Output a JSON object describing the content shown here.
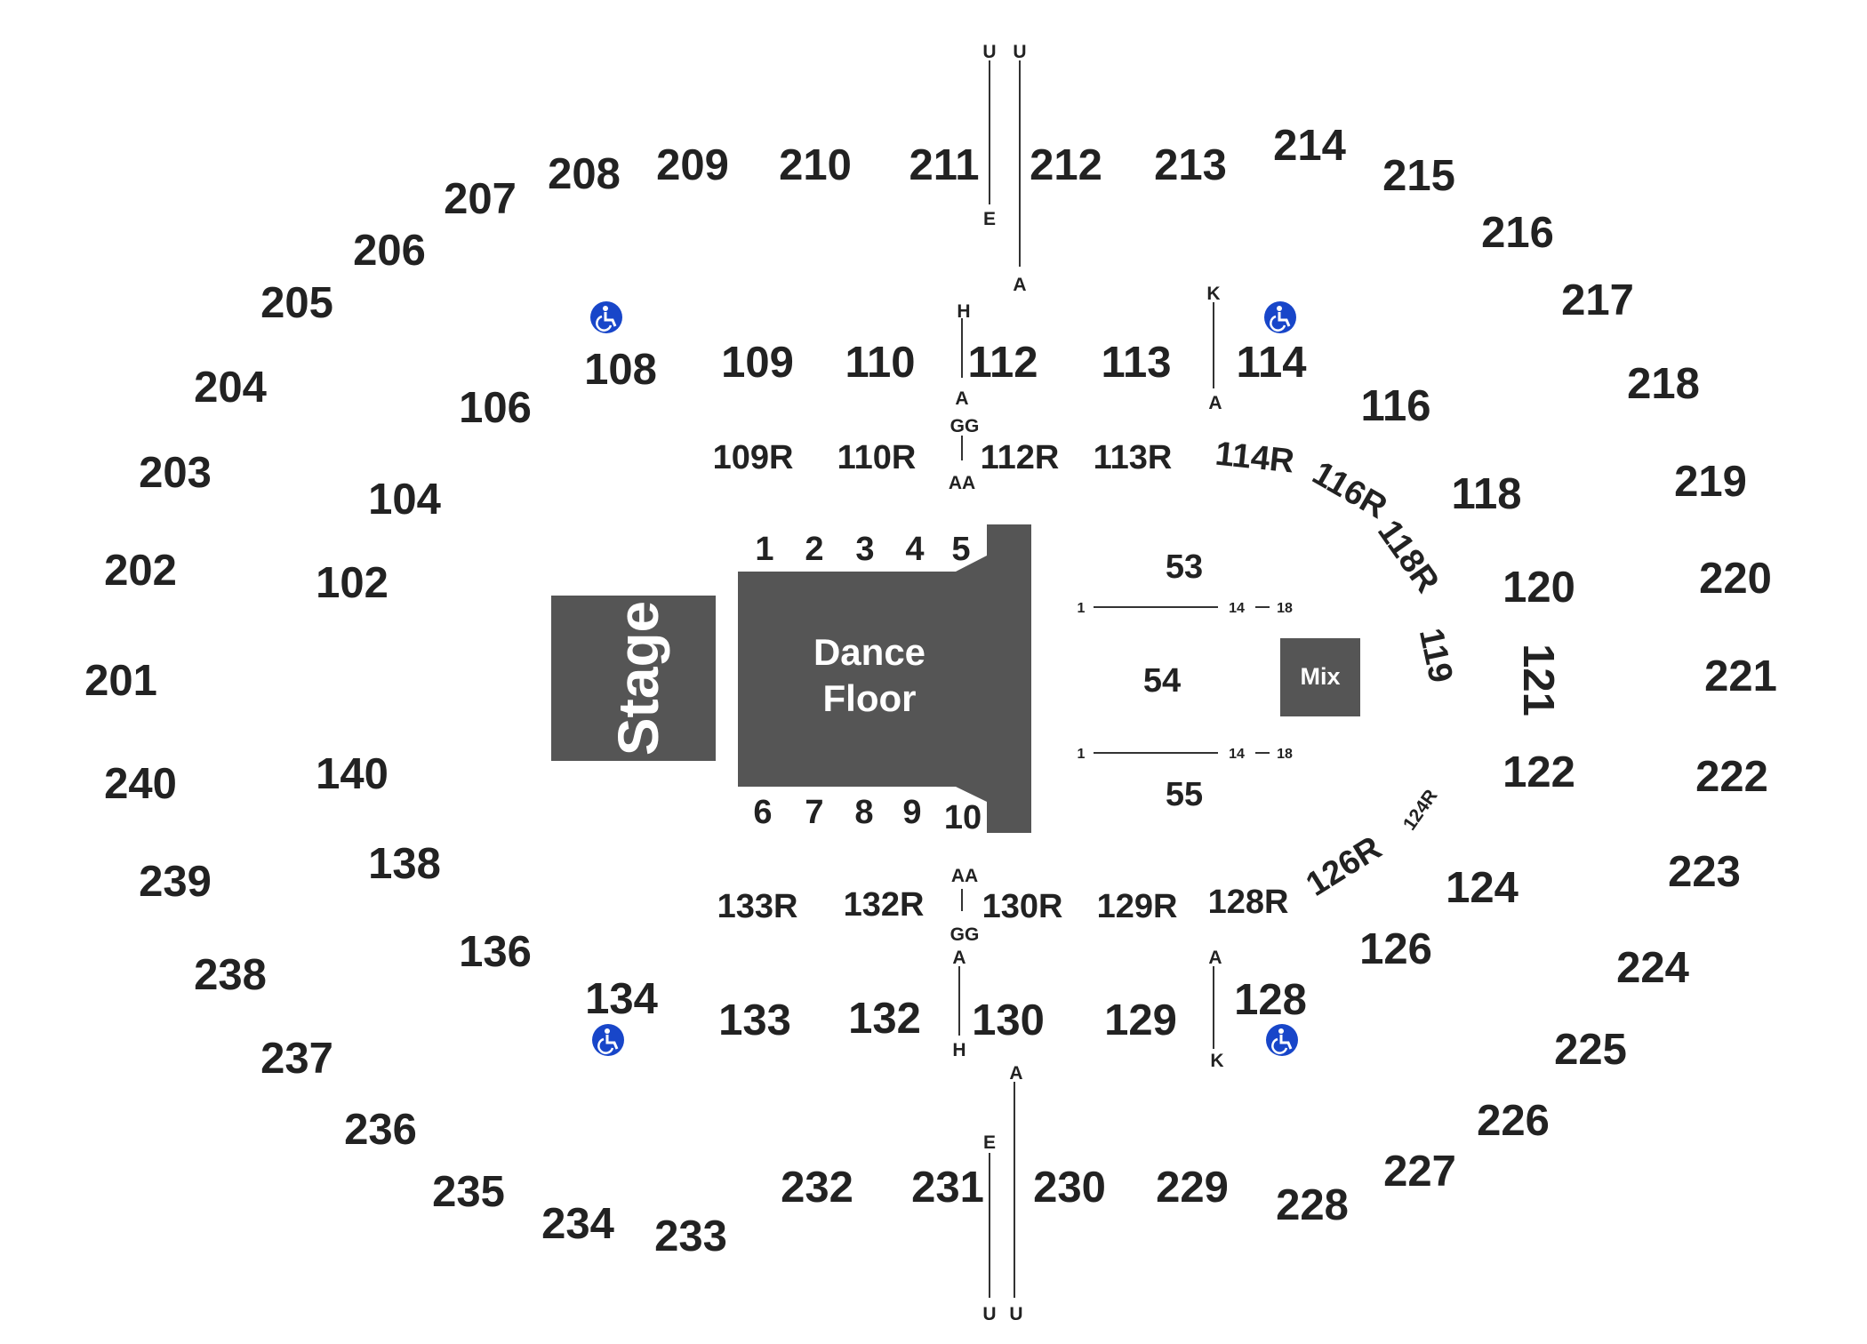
{
  "features": {
    "stage": "Stage",
    "dance_floor_line1": "Dance",
    "dance_floor_line2": "Floor",
    "mix": "Mix"
  },
  "colors": {
    "feature_fill": "#555555",
    "text": "#222222",
    "accessible_icon": "#1846c9"
  },
  "icons": [
    "wheelchair-accessible-icon"
  ],
  "sections_200": [
    "201",
    "202",
    "203",
    "204",
    "205",
    "206",
    "207",
    "208",
    "209",
    "210",
    "211",
    "212",
    "213",
    "214",
    "215",
    "216",
    "217",
    "218",
    "219",
    "220",
    "221",
    "222",
    "223",
    "224",
    "225",
    "226",
    "227",
    "228",
    "229",
    "230",
    "231",
    "232",
    "233",
    "234",
    "235",
    "236",
    "237",
    "238",
    "239",
    "240"
  ],
  "sections_100": [
    "102",
    "104",
    "106",
    "108",
    "109",
    "110",
    "112",
    "113",
    "114",
    "116",
    "118",
    "120",
    "121",
    "122",
    "124",
    "126",
    "128",
    "129",
    "130",
    "132",
    "133",
    "134",
    "136",
    "138",
    "140"
  ],
  "rail_sections": [
    "109R",
    "110R",
    "112R",
    "113R",
    "114R",
    "116R",
    "118R",
    "119",
    "124R",
    "126R",
    "128R",
    "129R",
    "130R",
    "132R",
    "133R"
  ],
  "floor_sections": [
    "1",
    "2",
    "3",
    "4",
    "5",
    "6",
    "7",
    "8",
    "9",
    "10",
    "53",
    "54",
    "55"
  ],
  "row_markers": {
    "top_left_aisle": [
      "U",
      "E"
    ],
    "top_right_aisle": [
      "U",
      "A"
    ],
    "bottom_left_aisle": [
      "E",
      "U"
    ],
    "bottom_right_aisle": [
      "A",
      "U"
    ],
    "upper_112_aisle": [
      "H",
      "A",
      "GG",
      "AA"
    ],
    "lower_130_aisle": [
      "AA",
      "GG",
      "A",
      "H"
    ],
    "upper_114_aisle": [
      "K",
      "A"
    ],
    "lower_128_aisle": [
      "A",
      "K"
    ],
    "row_53": [
      "1",
      "14",
      "18"
    ],
    "row_55": [
      "1",
      "14",
      "18"
    ]
  }
}
